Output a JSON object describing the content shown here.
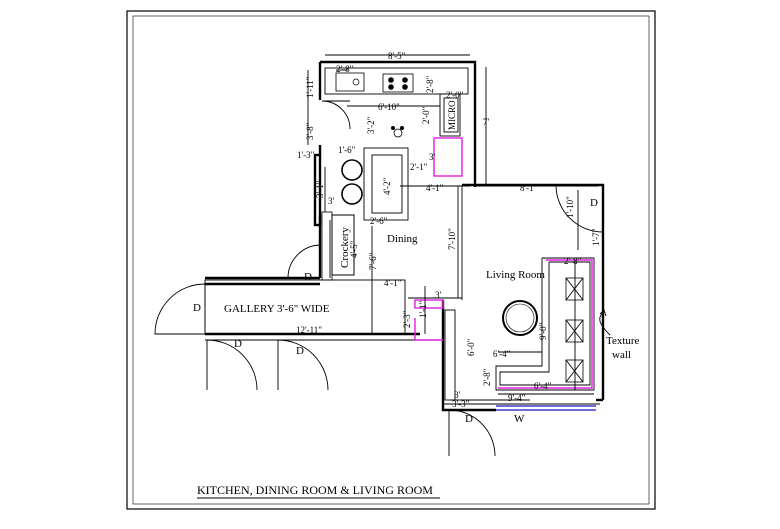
{
  "title": "KITCHEN, DINING ROOM & LIVING ROOM",
  "rooms": {
    "dining": "Dining",
    "living": "Living Room",
    "gallery": "GALLERY 3'-6\" WIDE",
    "crockery": "Crockery",
    "micro": "MICRO"
  },
  "annotations": {
    "texture_1": "Texture",
    "texture_2": "wall",
    "door": "D",
    "window": "W"
  },
  "dimensions": {
    "d_8_5": "8'-5\"",
    "d_1_11": "1'-11\"",
    "d_6_10": "6'-10\"",
    "d_2_8a": "2'-8\"",
    "d_2_8b": "2'-8\"",
    "d_2_0": "2'-0\"",
    "d_3_8": "3'-8\"",
    "d_3_2": "3'-2\"",
    "d_7_0": "7'",
    "d_1_3": "1'-3\"",
    "d_1_6": "1'-6\"",
    "d_4_2": "4'-2\"",
    "d_3_0a": "3'",
    "d_3_0b": "3'",
    "d_3_0c": "3'",
    "d_3_0d": "3'",
    "d_2_1": "2'-1\"",
    "d_4_1a": "4'-1\"",
    "d_4_1b": "4'-1\"",
    "d_8_1": "8'-1\"",
    "d_1_10": "1'-10\"",
    "d_3_1": "3'-1\"",
    "d_2_6": "2'-6\"",
    "d_4_5": "4'-5\"",
    "d_7_10": "7'-10\"",
    "d_7_6": "7'-6\"",
    "d_1_7": "1'-7\"",
    "d_2_8c": "2'-8\"",
    "d_12_11": "12'-11\"",
    "d_1_1": "1'-1\"",
    "d_2_3": "2'-3\"",
    "d_9_0": "9'-0\"",
    "d_6_0": "6'-0\"",
    "d_6_4a": "6'-4\"",
    "d_6_4b": "6'-4\"",
    "d_2_8d": "2'-8\"",
    "d_9_4": "9'-4\"",
    "d_3_3": "3'-3\""
  },
  "colors": {
    "line": "#000000",
    "built_in_furniture": "#e020e0",
    "window": "#3a3ad0",
    "background": "#ffffff"
  }
}
